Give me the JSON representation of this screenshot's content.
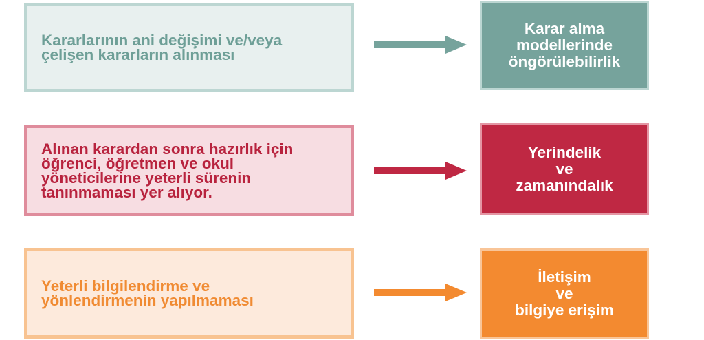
{
  "rows": [
    {
      "problem": [
        "Kararlarının ani değişimi ve/veya",
        "çelişen kararların alınması"
      ],
      "solution": [
        "Karar alma",
        "modellerinde",
        "öngörülebilirlik"
      ],
      "colors": {
        "text": "#6e9f97",
        "light_bg": "#e8f0ef",
        "light_border": "#bcd6d2",
        "accent": "#76a39c",
        "accent_border": "#bcd6d2"
      }
    },
    {
      "problem": [
        "Alınan karardan sonra hazırlık için",
        "öğrenci, öğretmen ve okul",
        "yöneticilerine yeterli sürenin",
        "tanınmaması yer alıyor."
      ],
      "solution": [
        "Yerindelik",
        "ve",
        "zamanındalık"
      ],
      "colors": {
        "text": "#b8233e",
        "light_bg": "#f7dde2",
        "light_border": "#df8c9c",
        "accent": "#bf2843",
        "accent_border": "#e496a4"
      }
    },
    {
      "problem": [
        "Yeterli bilgilendirme ve",
        "yönlendirmenin yapılmaması"
      ],
      "solution": [
        "İletişim",
        "ve",
        "bilgiye erişim"
      ],
      "colors": {
        "text": "#f08b33",
        "light_bg": "#fdeadc",
        "light_border": "#f8c391",
        "accent": "#f38a30",
        "accent_border": "#f9c598"
      }
    }
  ]
}
